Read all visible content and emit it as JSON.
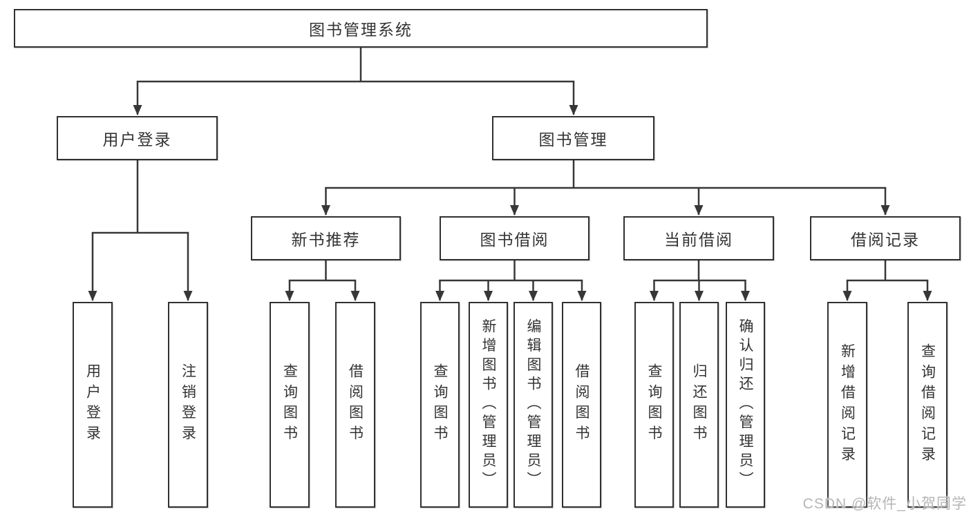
{
  "diagram": {
    "root": {
      "label": "图书管理系统"
    },
    "level2": [
      {
        "label": "用户登录"
      },
      {
        "label": "图书管理"
      }
    ],
    "level3": [
      {
        "label": "新书推荐"
      },
      {
        "label": "图书借阅"
      },
      {
        "label": "当前借阅"
      },
      {
        "label": "借阅记录"
      }
    ],
    "leaves": {
      "user_login": [
        "用户登录",
        "注销登录"
      ],
      "new_books": [
        "查询图书",
        "借阅图书"
      ],
      "book_borrow": [
        "查询图书",
        "新增图书（管理员）",
        "编辑图书（管理员）",
        "借阅图书"
      ],
      "current_borrow": [
        "查询图书",
        "归还图书",
        "确认归还（管理员）"
      ],
      "borrow_records": [
        "新增借阅记录",
        "查询借阅记录"
      ]
    }
  },
  "watermark": {
    "text": "CSDN @软件_小贺同学"
  },
  "colors": {
    "line": "#373737",
    "box_border": "#303030",
    "text": "#333333",
    "background": "#ffffff",
    "watermark": "#b5b5b5"
  }
}
